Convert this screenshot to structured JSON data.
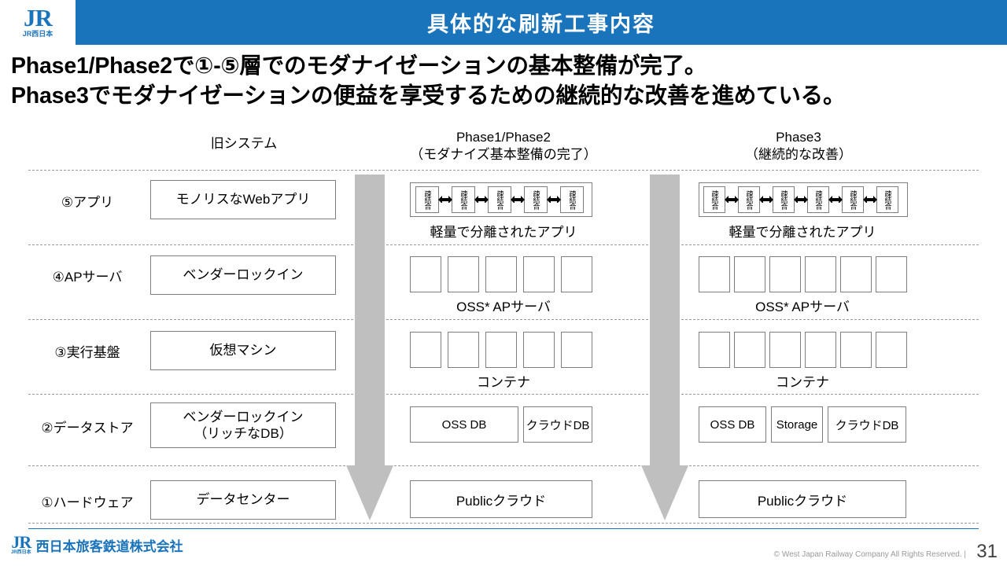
{
  "header": {
    "title": "具体的な刷新工事内容",
    "logo_main": "JR",
    "logo_sub": "JR西日本",
    "bg_color": "#1a74bb"
  },
  "lead": {
    "line1": "Phase1/Phase2で①-⑤層でのモダナイゼーションの基本整備が完了。",
    "line2": "Phase3でモダナイゼーションの便益を享受するための継続的な改善を進めている。"
  },
  "columns": [
    {
      "title": "旧システム",
      "subtitle": ""
    },
    {
      "title": "Phase1/Phase2",
      "subtitle": "（モダナイズ基本整備の完了）"
    },
    {
      "title": "Phase3",
      "subtitle": "（継続的な改善）"
    }
  ],
  "rows": [
    {
      "label": "⑤アプリ",
      "old": "モノリスなWebアプリ",
      "p12_caption": "軽量で分離されたアプリ",
      "p3_caption": "軽量で分離されたアプリ",
      "p12_count": 5,
      "p3_count": 6,
      "micro_label": "疎結合"
    },
    {
      "label": "④APサーバ",
      "old": "ベンダーロックイン",
      "p12_caption": "OSS* APサーバ",
      "p3_caption": "OSS* APサーバ",
      "p12_count": 5,
      "p3_count": 6
    },
    {
      "label": "③実行基盤",
      "old": "仮想マシン",
      "p12_caption": "コンテナ",
      "p3_caption": "コンテナ",
      "p12_count": 5,
      "p3_count": 6
    },
    {
      "label": "②データストア",
      "old_line1": "ベンダーロックイン",
      "old_line2": "（リッチなDB）",
      "p12_boxes": [
        "OSS DB",
        "クラウドDB"
      ],
      "p3_boxes": [
        "OSS DB",
        "Storage",
        "クラウドDB"
      ]
    },
    {
      "label": "①ハードウェア",
      "old": "データセンター",
      "p12_box": "Publicクラウド",
      "p3_box": "Publicクラウド"
    }
  ],
  "footer": {
    "logo_main": "JR",
    "logo_sub": "JR西日本",
    "company": "西日本旅客鉄道株式会社",
    "copyright": "© West Japan Railway Company All Rights Reserved.  |",
    "page": "31"
  }
}
